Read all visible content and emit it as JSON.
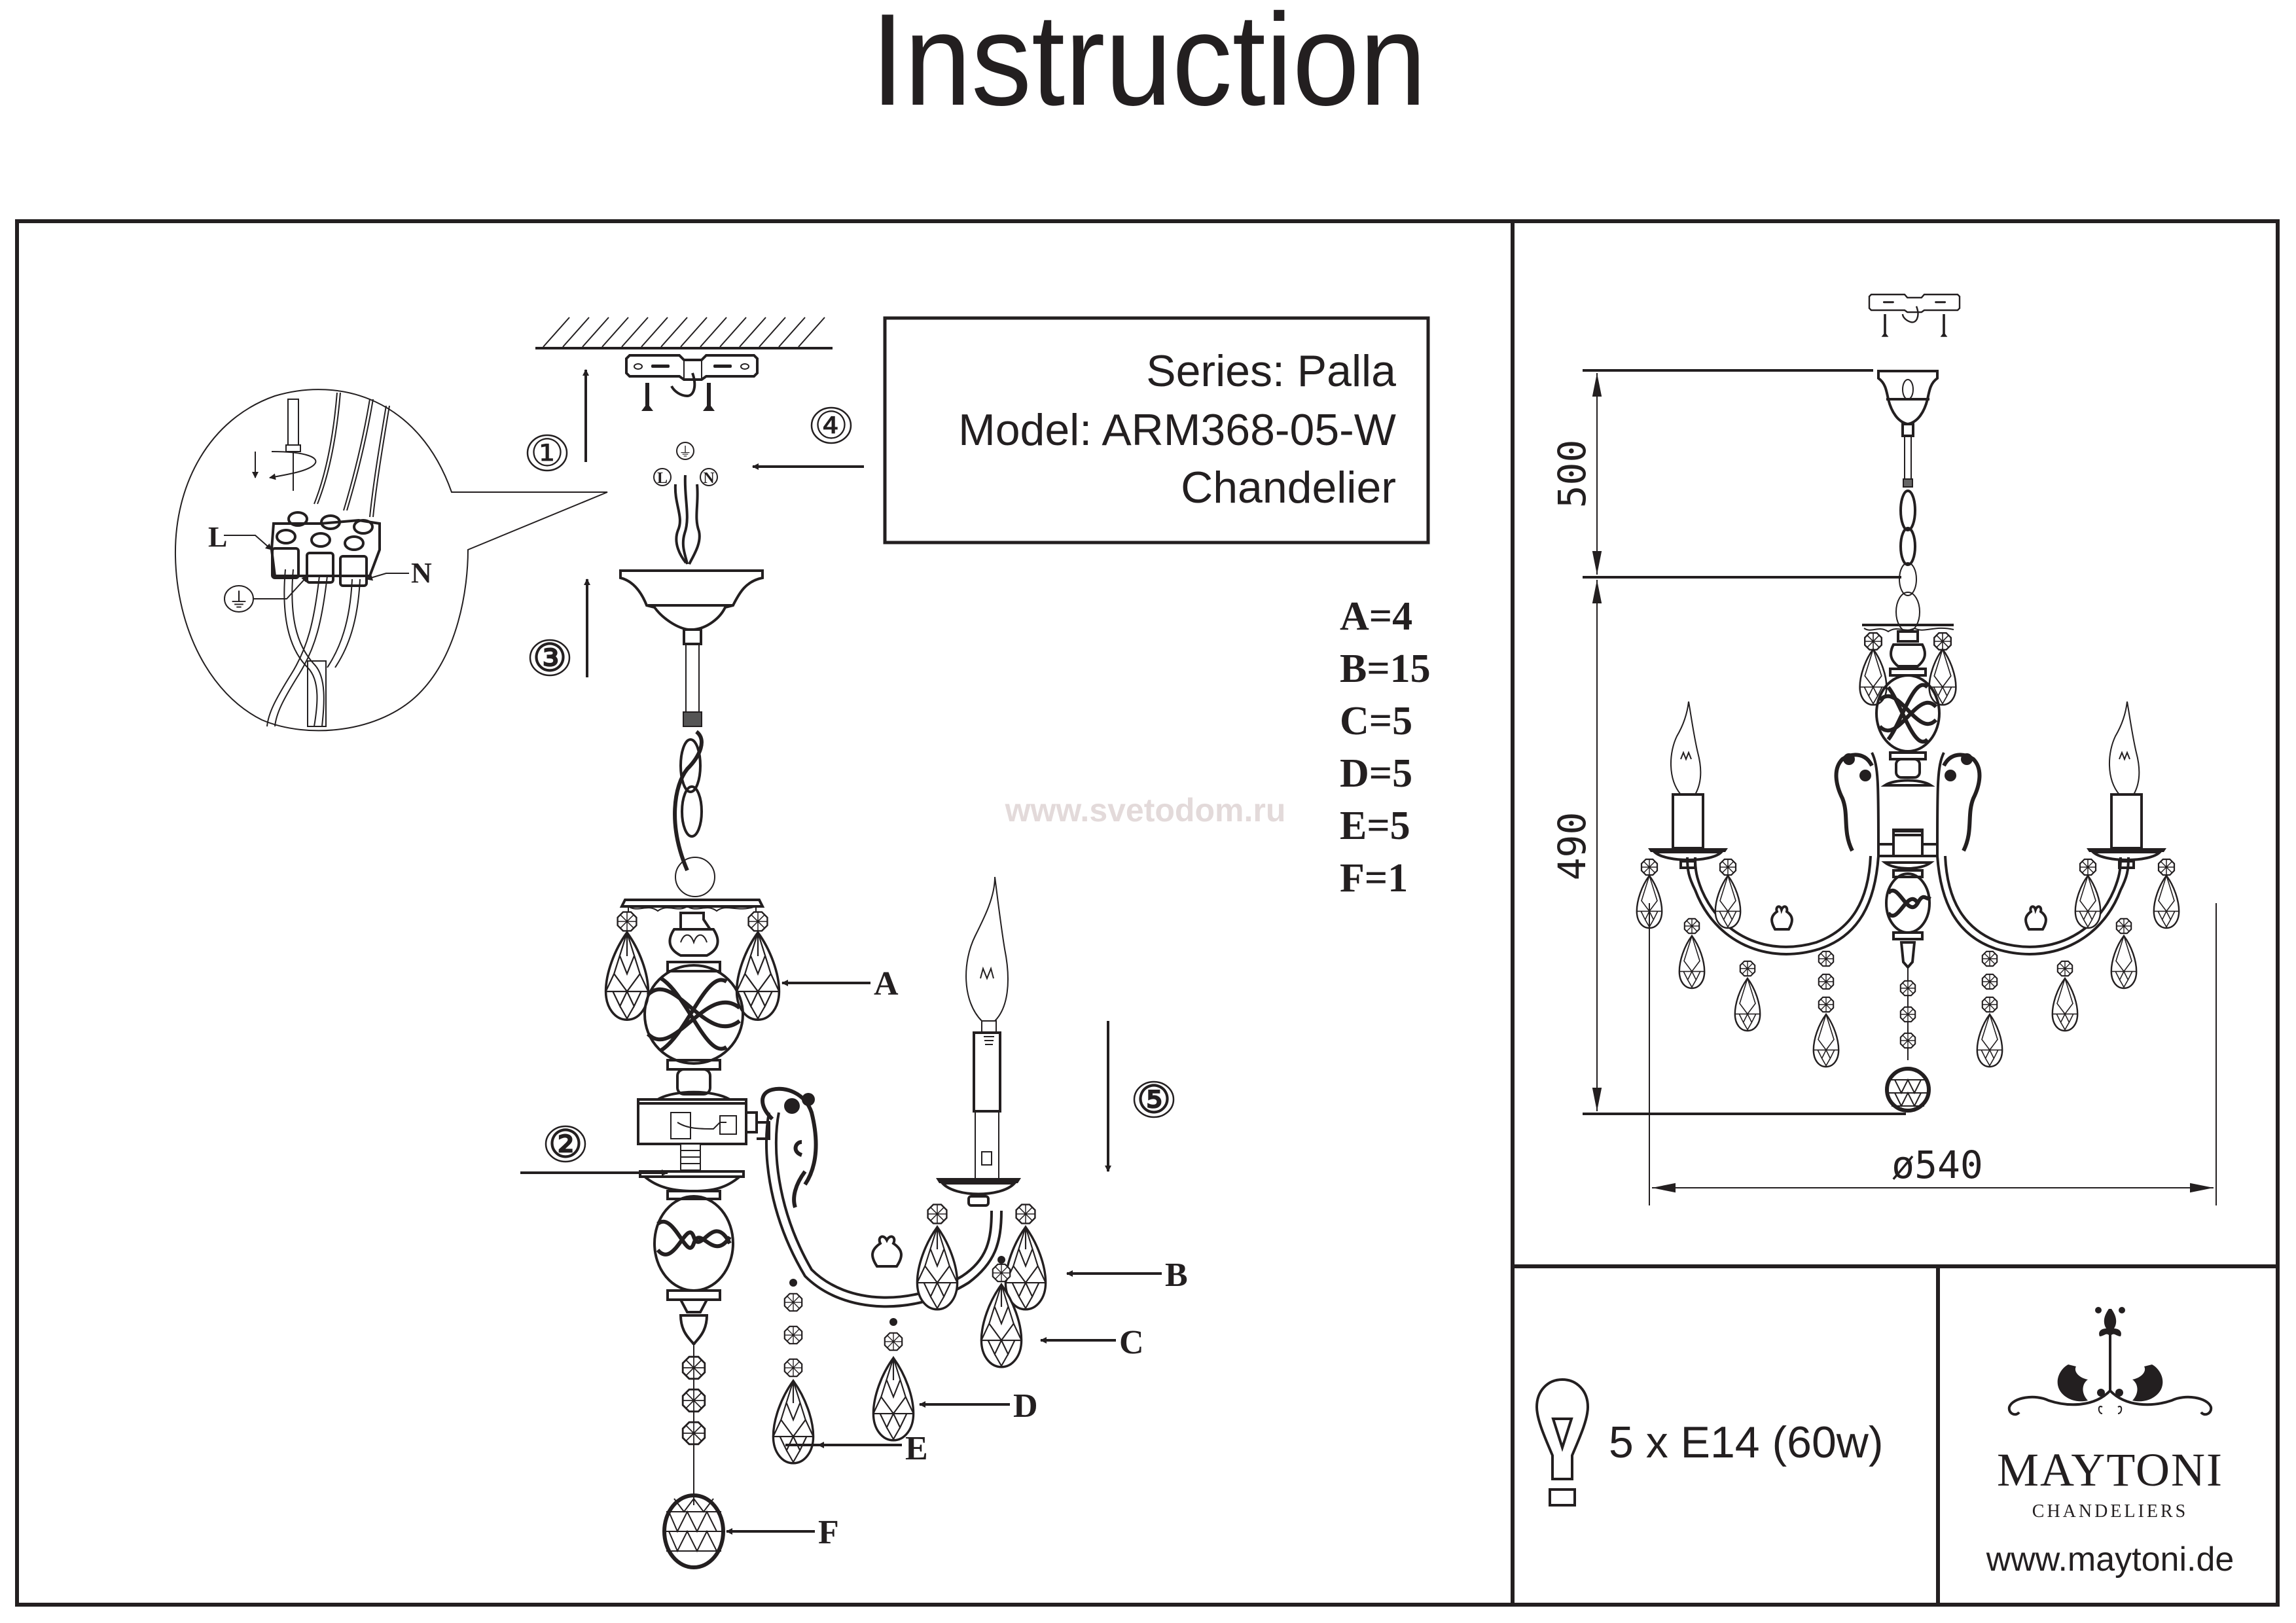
{
  "title": "Instruction",
  "product_info": {
    "series": "Series: Palla",
    "model": "Model: ARM368-05-W",
    "type": "Chandelier"
  },
  "watermark": "www.svetodom.ru",
  "parts_list": [
    {
      "label": "A=4"
    },
    {
      "label": "B=15"
    },
    {
      "label": "C=5"
    },
    {
      "label": "D=5"
    },
    {
      "label": "E=5"
    },
    {
      "label": "F=1"
    }
  ],
  "part_callouts": [
    "A",
    "B",
    "C",
    "D",
    "E",
    "F"
  ],
  "steps": [
    "①",
    "②",
    "③",
    "④",
    "⑤"
  ],
  "wiring": {
    "live_label": "L",
    "neutral_label": "N",
    "earth_symbol": "⏚",
    "small_live": "L",
    "small_neutral": "N"
  },
  "dimensions": {
    "suspension_height": "500",
    "body_height": "490",
    "diameter": "ø540"
  },
  "bulb_spec": {
    "icon": "light-bulb-icon",
    "text": "5 x E14 (60w)"
  },
  "brand": {
    "name": "MAYTONI",
    "tagline": "CHANDELIERS",
    "website": "www.maytoni.de"
  }
}
